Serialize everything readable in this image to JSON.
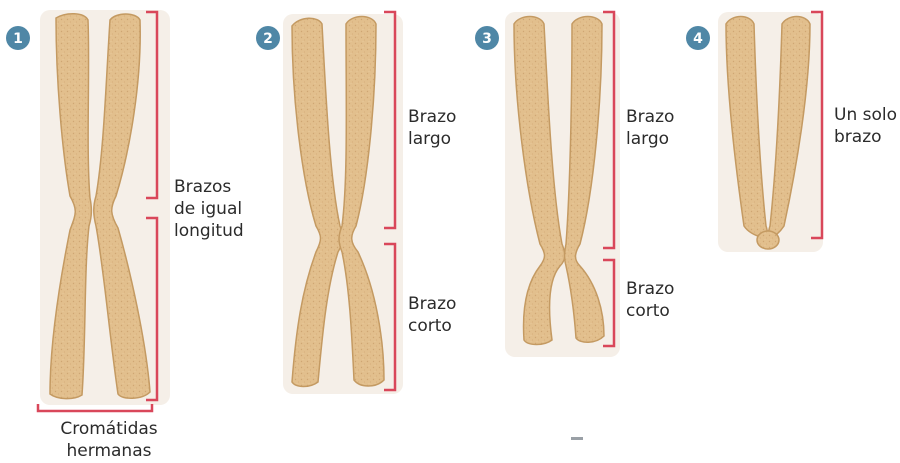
{
  "panels": [
    {
      "number": "1",
      "labels": {
        "arms": "Brazos\nde igual\nlongitud",
        "chromatids": "Cromátidas\nhermanas"
      }
    },
    {
      "number": "2",
      "labels": {
        "long": "Brazo\nlargo",
        "short": "Brazo\ncorto"
      }
    },
    {
      "number": "3",
      "labels": {
        "long": "Brazo\nlargo",
        "short": "Brazo\ncorto"
      }
    },
    {
      "number": "4",
      "labels": {
        "single": "Un solo\nbrazo"
      }
    }
  ],
  "colors": {
    "chromosome_fill": "#e2bf8d",
    "chromosome_edge": "#c49a62",
    "chromosome_shadow": "#efe4d6",
    "bracket": "#d9475a",
    "badge": "#4f87a6",
    "badge_text": "#ffffff"
  }
}
